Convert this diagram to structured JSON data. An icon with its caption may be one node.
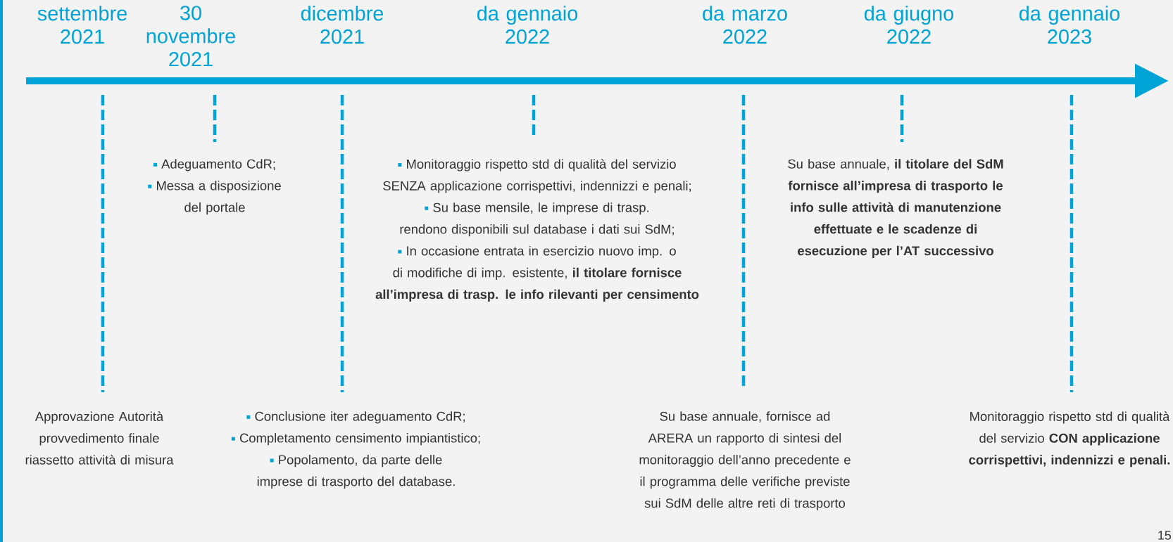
{
  "diagram": {
    "labels": [
      "settembre 2021",
      "30 novembre 2021",
      "dicembre 2021",
      "da gennaio 2022",
      "da marzo 2022",
      "da giugno 2022",
      "da gennaio 2023",
      "Adeguamento CdR;",
      "Messa a disposizione del portale",
      "Monitoraggio rispetto std di qualità del servizio SENZA applicazione corrispettivi, indennizzi e penali;",
      "Su base mensile, le imprese di trasp. rendono disponibili sul database i dati sui SdM;",
      "In occasione entrata in esercizio nuovo imp. o di modifiche di imp. esistente, **il titolare fornisce all’impresa di trasp. le info rilevanti per censimento**",
      "Su base annuale, **il titolare del SdM fornisce all’impresa di trasporto le info sulle attività di manutenzione effettuate e le scadenze di esecuzione per l’AT successivo**",
      "Approvazione Autorità provvedimento finale riassetto attività di misura",
      "Conclusione iter adeguamento CdR;",
      "Completamento censimento impiantistico;",
      "Popolamento, da parte delle imprese di trasporto del database.",
      "Su base annuale, fornisce ad ARERA un rapporto di sintesi del monitoraggio dell’anno precedente e il programma delle verifiche previste sui SdM delle altre reti di trasporto",
      "Monitoraggio rispetto std di qualità del servizio **CON applicazione corrispettivi, indennizzi e penali.**",
      "15"
    ]
  }
}
